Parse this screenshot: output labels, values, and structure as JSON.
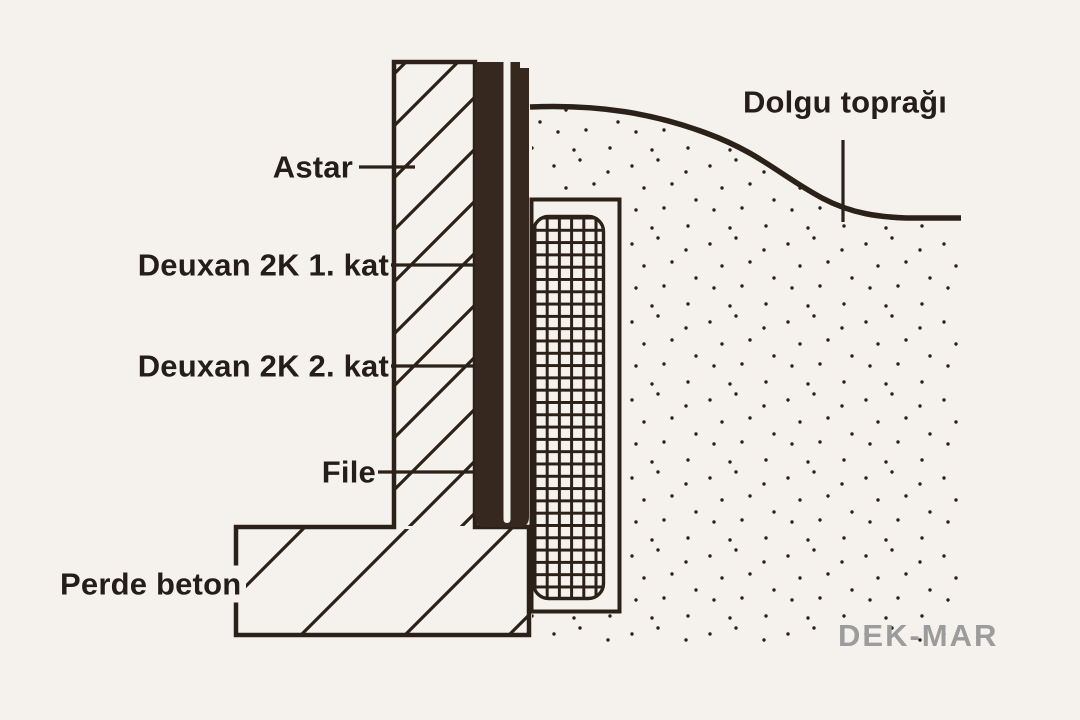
{
  "annotations": {
    "astar": "Astar",
    "deuxan_coat1": "Deuxan 2K 1. kat",
    "deuxan_coat2": "Deuxan 2K 2. kat",
    "file": "File",
    "perde_beton": "Perde beton",
    "dolgu_topragi": "Dolgu toprağı"
  },
  "watermark": "DEK-MAR",
  "colors": {
    "background": "#f5f2ed",
    "line": "#2b2119",
    "membrane": "#37281f",
    "text": "#241d18",
    "watermark_gray": "#9c9c9c"
  }
}
